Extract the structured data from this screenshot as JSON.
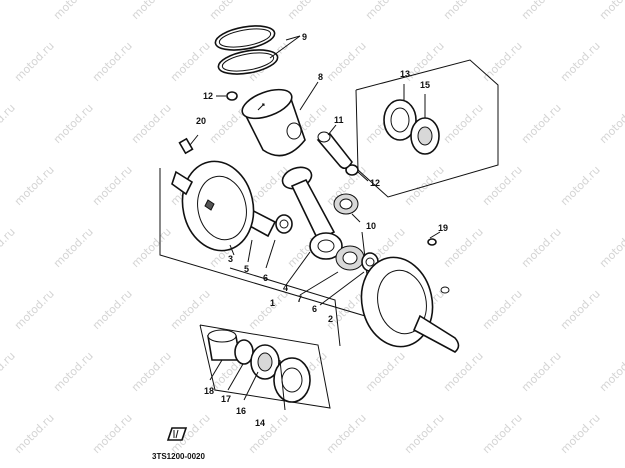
{
  "diagram": {
    "drawing_code": "3TS1200-0020",
    "watermark": "motod.ru",
    "callouts": [
      "1",
      "2",
      "3",
      "4",
      "5",
      "6",
      "6",
      "7",
      "8",
      "9",
      "10",
      "11",
      "12",
      "12",
      "13",
      "14",
      "15",
      "16",
      "17",
      "18",
      "19",
      "20"
    ]
  }
}
